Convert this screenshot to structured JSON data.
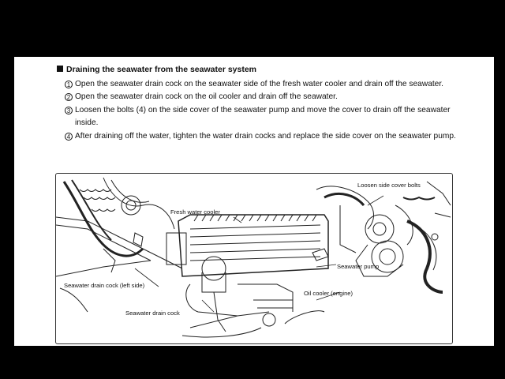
{
  "section": {
    "heading": "Draining the seawater from the seawater system",
    "steps": [
      {
        "num": "1",
        "text": "Open the seawater drain cock on the seawater side of the fresh water cooler and drain off the seawater."
      },
      {
        "num": "2",
        "text": "Open the seawater drain cock on the oil cooler and drain off the seawater."
      },
      {
        "num": "3",
        "text": "Loosen the bolts (4) on the side cover of the seawater pump and move the cover to drain off the seawater inside."
      },
      {
        "num": "4",
        "text": "After draining off the water, tighten the water drain cocks and replace the side cover on the seawater pump."
      }
    ]
  },
  "figure": {
    "labels": {
      "fresh_water_cooler": "Fresh water cooler",
      "loosen_side_cover_bolts": "Loosen side cover bolts",
      "seawater_pump": "Seawater pump",
      "oil_cooler_engine": "Oil cooler (engine)",
      "seawater_drain_cock_left": "Seawater drain cock (left side)",
      "seawater_drain_cock": "Seawater drain cock"
    }
  }
}
